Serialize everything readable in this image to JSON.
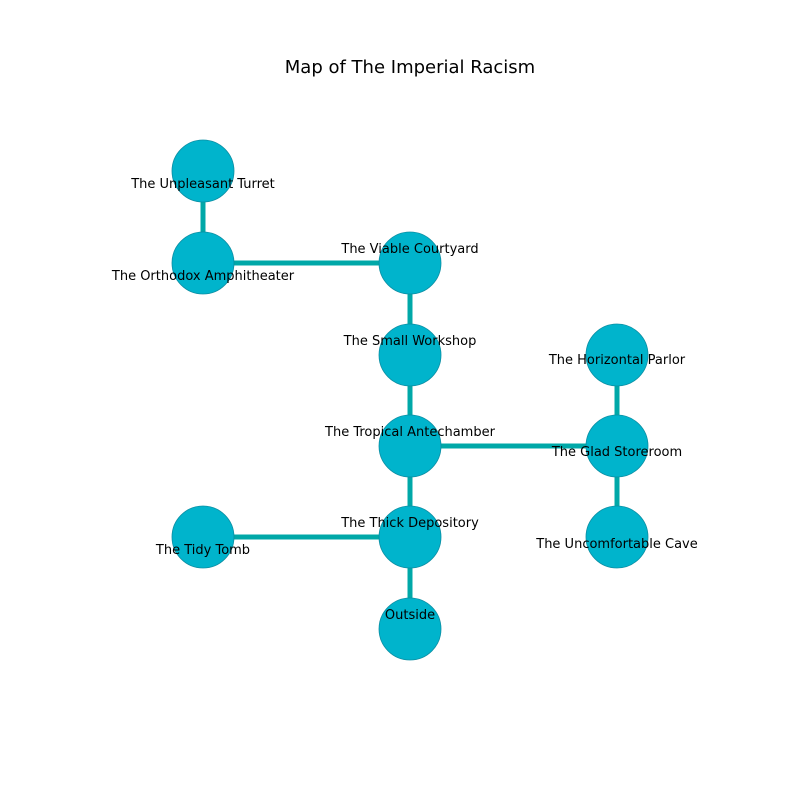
{
  "title": "Map of The Imperial Racism",
  "colors": {
    "node_fill": "#00b4cc",
    "node_stroke": "#0b8ea3",
    "edge": "#00a8a8",
    "text": "#000000",
    "background": "#ffffff"
  },
  "nodes": [
    {
      "id": "unpleasant-turret",
      "label": "The Unpleasant Turret"
    },
    {
      "id": "orthodox-amphitheater",
      "label": "The Orthodox Amphitheater"
    },
    {
      "id": "viable-courtyard",
      "label": "The Viable Courtyard"
    },
    {
      "id": "small-workshop",
      "label": "The Small Workshop"
    },
    {
      "id": "horizontal-parlor",
      "label": "The Horizontal Parlor"
    },
    {
      "id": "tropical-antechamber",
      "label": "The Tropical Antechamber"
    },
    {
      "id": "glad-storeroom",
      "label": "The Glad Storeroom"
    },
    {
      "id": "tidy-tomb",
      "label": "The Tidy Tomb"
    },
    {
      "id": "thick-depository",
      "label": "The Thick Depository"
    },
    {
      "id": "uncomfortable-cave",
      "label": "The Uncomfortable Cave"
    },
    {
      "id": "outside",
      "label": "Outside"
    }
  ],
  "edges": [
    {
      "from": "unpleasant-turret",
      "to": "orthodox-amphitheater"
    },
    {
      "from": "orthodox-amphitheater",
      "to": "viable-courtyard"
    },
    {
      "from": "viable-courtyard",
      "to": "small-workshop"
    },
    {
      "from": "small-workshop",
      "to": "tropical-antechamber"
    },
    {
      "from": "tropical-antechamber",
      "to": "glad-storeroom"
    },
    {
      "from": "horizontal-parlor",
      "to": "glad-storeroom"
    },
    {
      "from": "glad-storeroom",
      "to": "uncomfortable-cave"
    },
    {
      "from": "tropical-antechamber",
      "to": "thick-depository"
    },
    {
      "from": "tidy-tomb",
      "to": "thick-depository"
    },
    {
      "from": "thick-depository",
      "to": "outside"
    }
  ]
}
